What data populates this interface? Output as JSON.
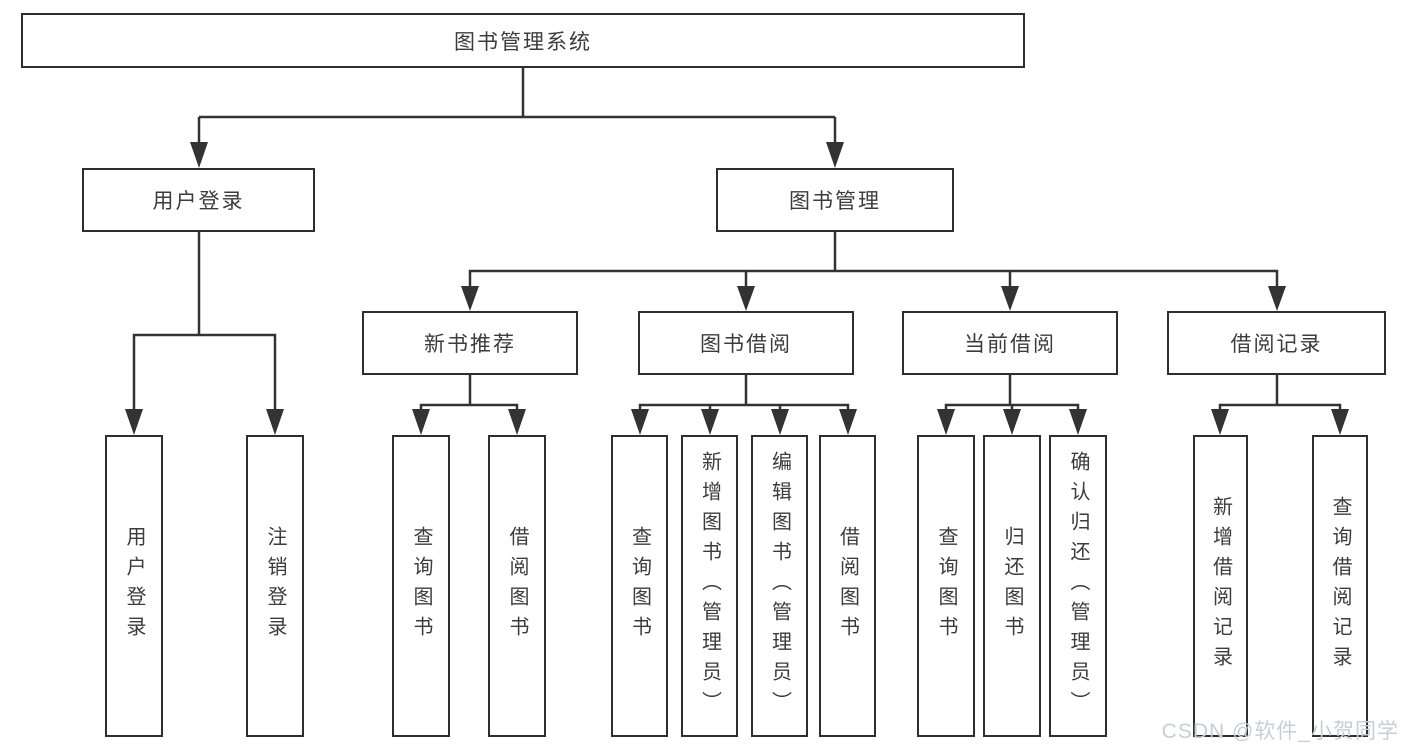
{
  "tree": {
    "root": {
      "label": "图书管理系统",
      "children": [
        {
          "label": "用户登录",
          "children": [
            {
              "label": "用户登录"
            },
            {
              "label": "注销登录"
            }
          ]
        },
        {
          "label": "图书管理",
          "children": [
            {
              "label": "新书推荐",
              "children": [
                {
                  "label": "查询图书"
                },
                {
                  "label": "借阅图书"
                }
              ]
            },
            {
              "label": "图书借阅",
              "children": [
                {
                  "label": "查询图书"
                },
                {
                  "label": "新增图书（管理员）"
                },
                {
                  "label": "编辑图书（管理员）"
                },
                {
                  "label": "借阅图书"
                }
              ]
            },
            {
              "label": "当前借阅",
              "children": [
                {
                  "label": "查询图书"
                },
                {
                  "label": "归还图书"
                },
                {
                  "label": "确认归还（管理员）"
                }
              ]
            },
            {
              "label": "借阅记录",
              "children": [
                {
                  "label": "新增借阅记录"
                },
                {
                  "label": "查询借阅记录"
                }
              ]
            }
          ]
        }
      ]
    }
  },
  "watermark": "CSDN @软件_小贺同学",
  "colors": {
    "line": "#333333",
    "box_border": "#2e2e2e",
    "text": "#3c3c3c",
    "watermark": "#c8ced8",
    "background": "#ffffff"
  }
}
